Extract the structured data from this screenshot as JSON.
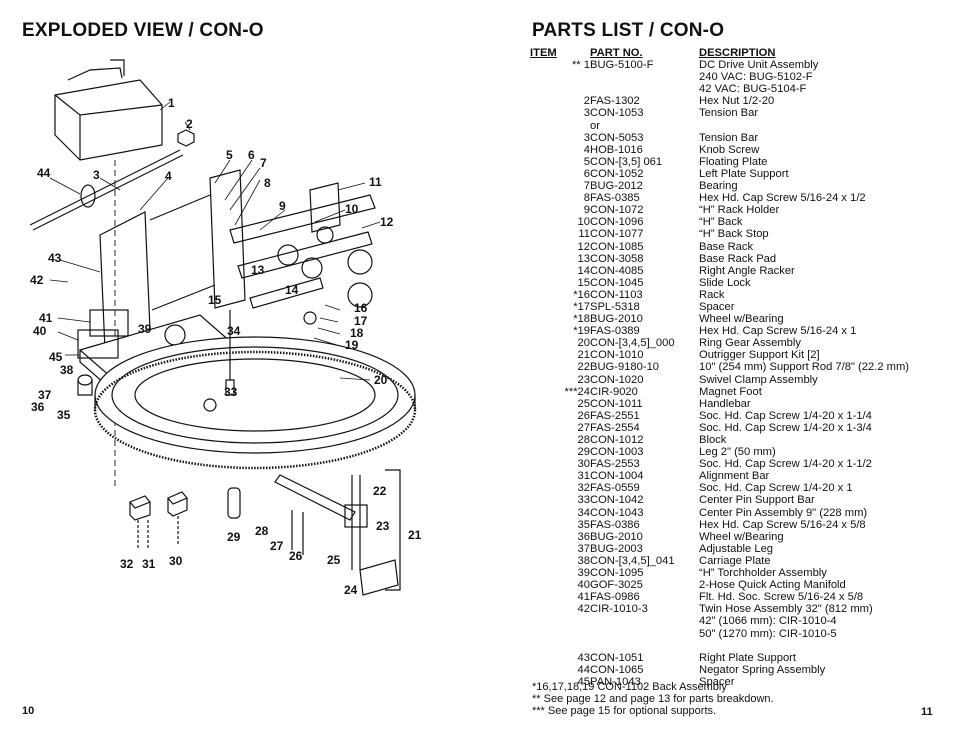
{
  "left": {
    "title": "EXPLODED VIEW / CON-O",
    "page_number": "10",
    "callouts": [
      "1",
      "2",
      "3",
      "4",
      "5",
      "6",
      "7",
      "8",
      "9",
      "10",
      "11",
      "12",
      "13",
      "14",
      "15",
      "16",
      "17",
      "18",
      "19",
      "20",
      "21",
      "22",
      "23",
      "24",
      "25",
      "26",
      "27",
      "28",
      "29",
      "30",
      "31",
      "32",
      "33",
      "34",
      "35",
      "36",
      "37",
      "38",
      "39",
      "40",
      "41",
      "42",
      "43",
      "44",
      "45"
    ]
  },
  "right": {
    "title": "PARTS LIST / CON-O",
    "page_number": "11",
    "headers": {
      "item": "ITEM",
      "part": "PART NO.",
      "desc": "DESCRIPTION"
    },
    "rows": [
      {
        "item": "** 1",
        "part": "BUG-5100-F",
        "desc": "DC Drive Unit Assembly"
      },
      {
        "item": "",
        "part": "",
        "desc": "240 VAC: BUG-5102-F"
      },
      {
        "item": "",
        "part": "",
        "desc": "42 VAC: BUG-5104-F"
      },
      {
        "item": "2",
        "part": "FAS-1302",
        "desc": "Hex Nut 1/2-20"
      },
      {
        "item": "3",
        "part": "CON-1053",
        "desc": "Tension Bar"
      },
      {
        "item": "",
        "part": "or",
        "desc": ""
      },
      {
        "item": "3",
        "part": "CON-5053",
        "desc": "Tension Bar"
      },
      {
        "item": "4",
        "part": "HOB-1016",
        "desc": "Knob Screw"
      },
      {
        "item": "5",
        "part": "CON-[3,5] 061",
        "desc": "Floating Plate"
      },
      {
        "item": "6",
        "part": "CON-1052",
        "desc": "Left Plate Support"
      },
      {
        "item": "7",
        "part": "BUG-2012",
        "desc": "Bearing"
      },
      {
        "item": "8",
        "part": "FAS-0385",
        "desc": "Hex Hd. Cap Screw 5/16-24 x 1/2"
      },
      {
        "item": "9",
        "part": "CON-1072",
        "desc": "“H” Rack Holder"
      },
      {
        "item": "10",
        "part": "CON-1096",
        "desc": "“H” Back"
      },
      {
        "item": "11",
        "part": "CON-1077",
        "desc": "“H” Back Stop"
      },
      {
        "item": "12",
        "part": "CON-1085",
        "desc": "Base Rack"
      },
      {
        "item": "13",
        "part": "CON-3058",
        "desc": "Base Rack Pad"
      },
      {
        "item": "14",
        "part": "CON-4085",
        "desc": "Right Angle Racker"
      },
      {
        "item": "15",
        "part": "CON-1045",
        "desc": "Slide Lock"
      },
      {
        "item": "*16",
        "part": "CON-1103",
        "desc": "Rack"
      },
      {
        "item": "*17",
        "part": "SPL-5318",
        "desc": "Spacer"
      },
      {
        "item": "*18",
        "part": "BUG-2010",
        "desc": "Wheel w/Bearing"
      },
      {
        "item": "*19",
        "part": "FAS-0389",
        "desc": "Hex Hd. Cap Screw 5/16-24 x 1"
      },
      {
        "item": "20",
        "part": "CON-[3,4,5]_000",
        "desc": "Ring Gear Assembly"
      },
      {
        "item": "21",
        "part": "CON-1010",
        "desc": "Outrigger Support Kit [2]"
      },
      {
        "item": "22",
        "part": "BUG-9180-10",
        "desc": "10\" (254 mm) Support Rod 7/8\" (22.2 mm)"
      },
      {
        "item": "23",
        "part": "CON-1020",
        "desc": "Swivel Clamp Assembly"
      },
      {
        "item": "***24",
        "part": "CIR-9020",
        "desc": "Magnet Foot"
      },
      {
        "item": "25",
        "part": "CON-1011",
        "desc": "Handlebar"
      },
      {
        "item": "26",
        "part": "FAS-2551",
        "desc": "Soc. Hd. Cap Screw 1/4-20 x 1-1/4"
      },
      {
        "item": "27",
        "part": "FAS-2554",
        "desc": "Soc. Hd. Cap Screw 1/4-20 x 1-3/4"
      },
      {
        "item": "28",
        "part": "CON-1012",
        "desc": "Block"
      },
      {
        "item": "29",
        "part": "CON-1003",
        "desc": "Leg 2\" (50 mm)"
      },
      {
        "item": "30",
        "part": "FAS-2553",
        "desc": "Soc. Hd. Cap Screw 1/4-20 x 1-1/2"
      },
      {
        "item": "31",
        "part": "CON-1004",
        "desc": "Alignment Bar"
      },
      {
        "item": "32",
        "part": "FAS-0559",
        "desc": "Soc. Hd. Cap Screw 1/4-20 x 1"
      },
      {
        "item": "33",
        "part": "CON-1042",
        "desc": "Center Pin Support Bar"
      },
      {
        "item": "34",
        "part": "CON-1043",
        "desc": "Center Pin Assembly 9\" (228 mm)"
      },
      {
        "item": "35",
        "part": "FAS-0386",
        "desc": "Hex Hd. Cap Screw 5/16-24 x 5/8"
      },
      {
        "item": "36",
        "part": "BUG-2010",
        "desc": "Wheel w/Bearing"
      },
      {
        "item": "37",
        "part": "BUG-2003",
        "desc": "Adjustable Leg"
      },
      {
        "item": "38",
        "part": "CON-[3,4,5]_041",
        "desc": "Carriage Plate"
      },
      {
        "item": "39",
        "part": "CON-1095",
        "desc": "“H” Torchholder Assembly"
      },
      {
        "item": "40",
        "part": "GOF-3025",
        "desc": "2-Hose Quick Acting Manifold"
      },
      {
        "item": "41",
        "part": "FAS-0986",
        "desc": "Flt. Hd. Soc. Screw 5/16-24 x 5/8"
      },
      {
        "item": "42",
        "part": "CIR-1010-3",
        "desc": "Twin Hose Assembly 32\" (812 mm)"
      },
      {
        "item": "",
        "part": "",
        "desc": "42\" (1066 mm): CIR-1010-4"
      },
      {
        "item": "",
        "part": "",
        "desc": "50\" (1270 mm): CIR-1010-5"
      },
      {
        "item": "",
        "part": "",
        "desc": ""
      },
      {
        "item": "43",
        "part": "CON-1051",
        "desc": "Right Plate Support"
      },
      {
        "item": "44",
        "part": "CON-1065",
        "desc": "Negator Spring Assembly"
      },
      {
        "item": "45",
        "part": "PAN-1043",
        "desc": "Spacer"
      }
    ],
    "footnotes": [
      "*16,17,18,19 CON-1102 Back Assembly",
      "** See page 12 and page 13 for parts breakdown.",
      "*** See page 15 for optional supports."
    ]
  }
}
